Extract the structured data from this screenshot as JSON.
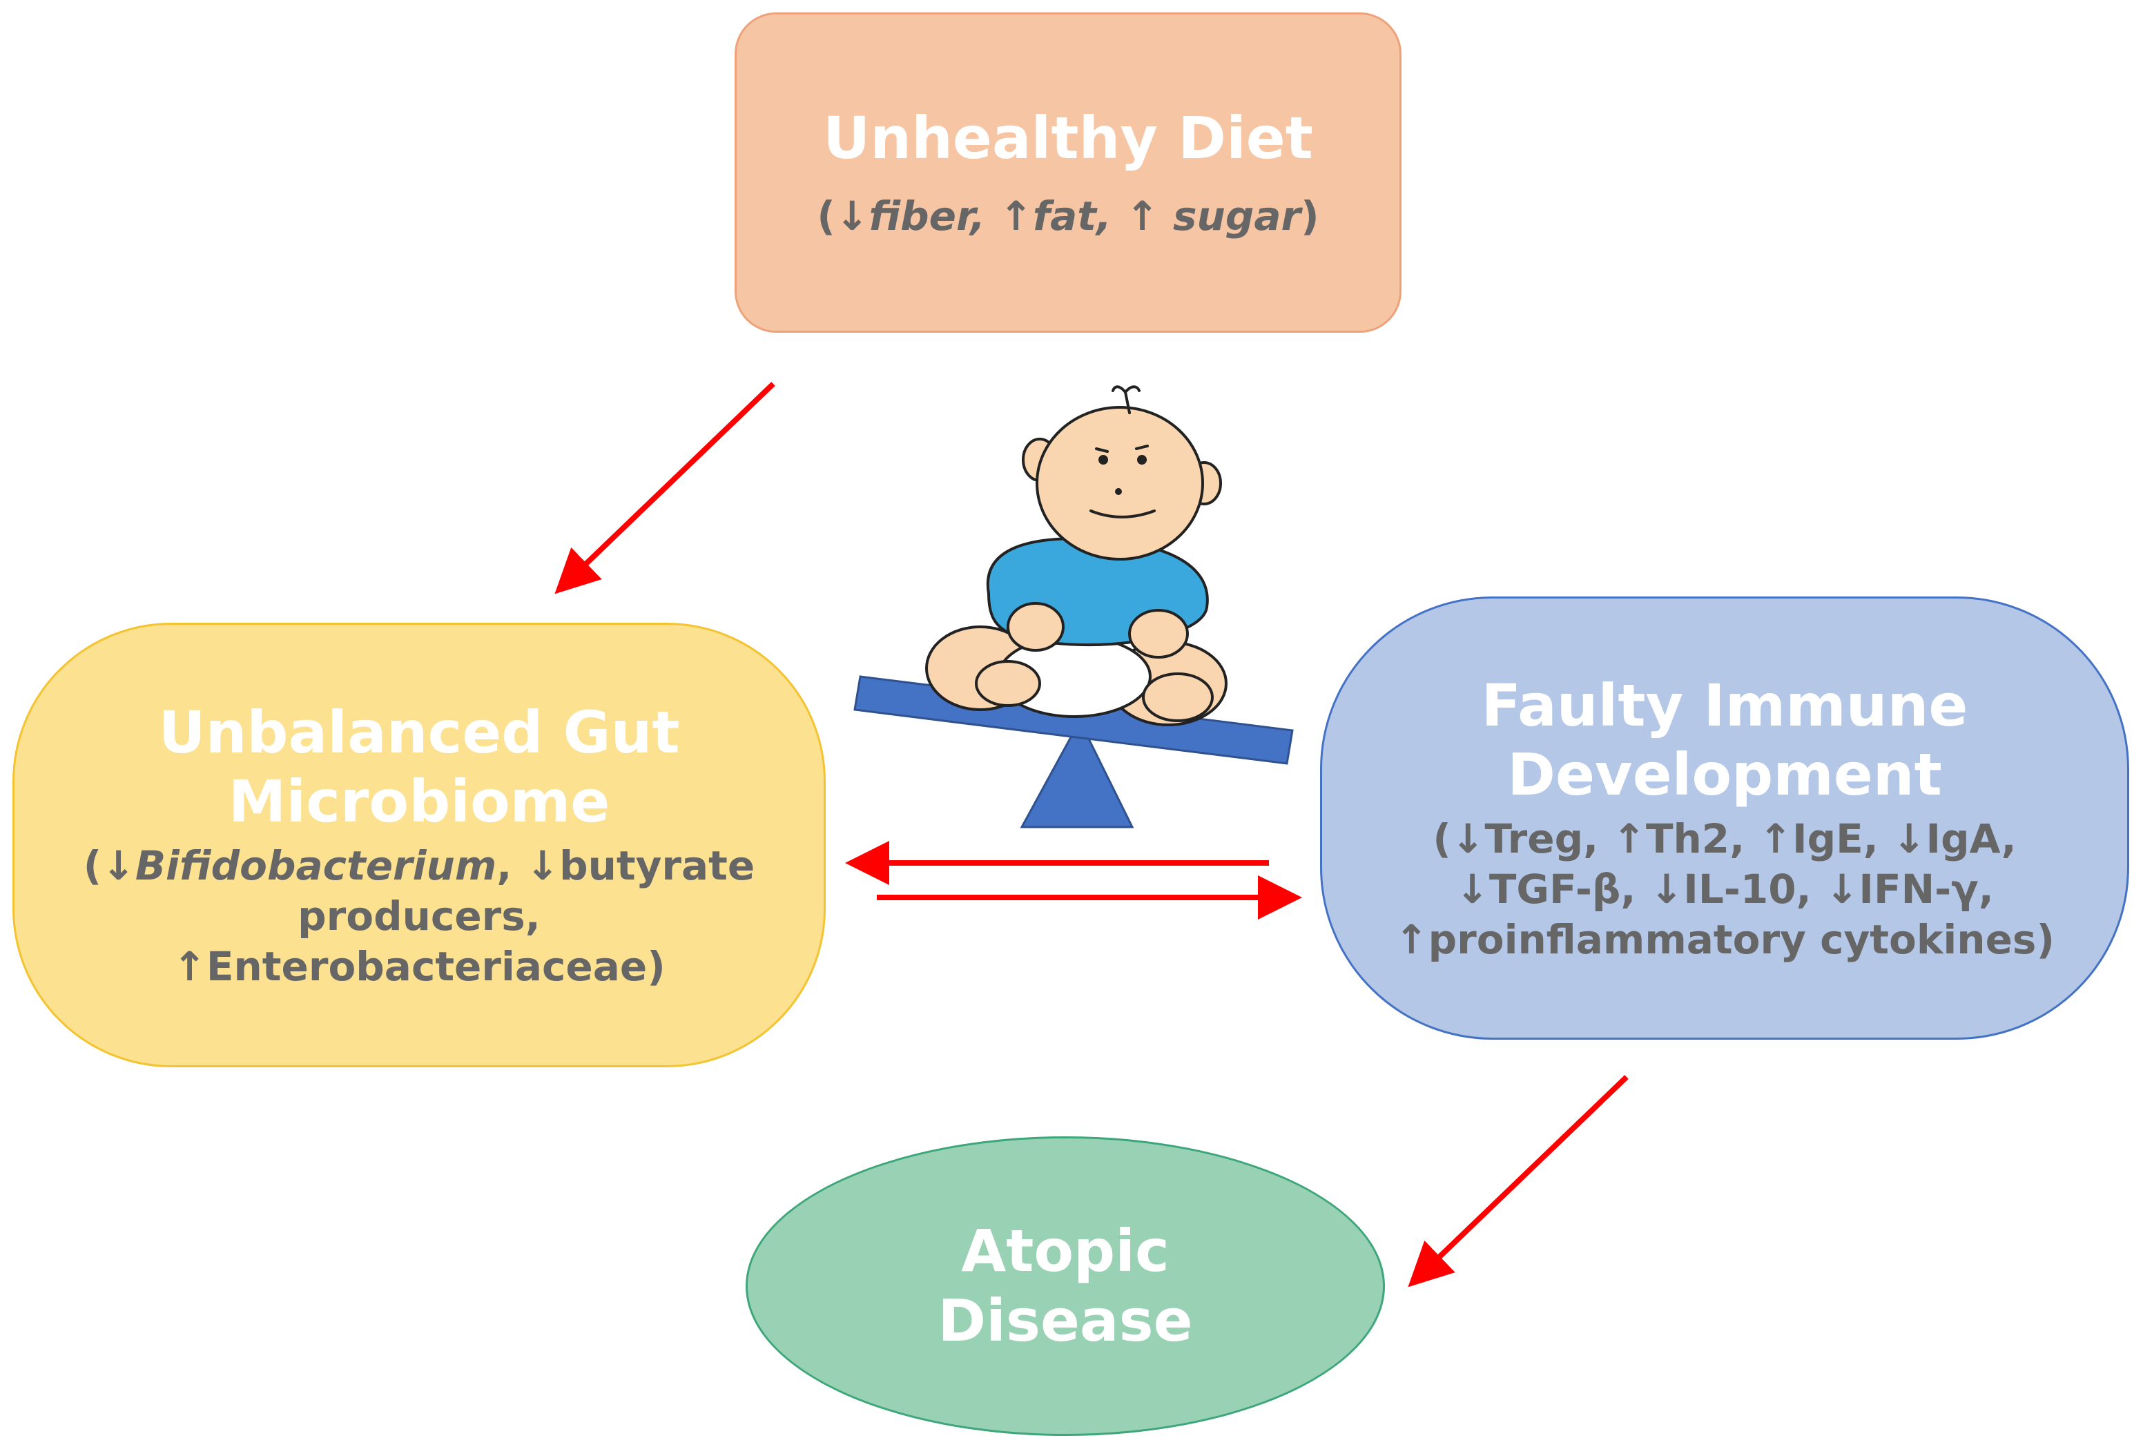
{
  "nodes": {
    "diet": {
      "title": "Unhealthy Diet",
      "detail_parts": [
        {
          "t": "(↓",
          "i": false
        },
        {
          "t": "fiber,",
          "i": true
        },
        {
          "t": " ↑",
          "i": false
        },
        {
          "t": "fat,",
          "i": true
        },
        {
          "t": " ↑ ",
          "i": false
        },
        {
          "t": "sugar",
          "i": true
        },
        {
          "t": ")",
          "i": false
        }
      ]
    },
    "gut": {
      "title_line1": "Unbalanced Gut",
      "title_line2": "Microbiome",
      "detail_line1_prefix": "(↓",
      "detail_line1_italic": "Bifidobacterium",
      "detail_line1_suffix": ", ↓butyrate",
      "detail_line2": "producers,",
      "detail_line3": "↑Enterobacteriaceae)"
    },
    "immune": {
      "title_line1": "Faulty Immune",
      "title_line2": "Development",
      "detail_line1": "(↓Treg, ↑Th2, ↑IgE, ↓IgA,",
      "detail_line2": "↓TGF-β, ↓IL-10, ↓IFN-γ,",
      "detail_line3": "↑proinflammatory cytokines)"
    },
    "atopic": {
      "title_line1": "Atopic",
      "title_line2": "Disease"
    }
  },
  "colors": {
    "arrow": "#ff0000",
    "seesaw": "#4472c4",
    "shirt": "#3aa8dc",
    "skin": "#f9d5b0"
  },
  "icons": {
    "baby": "baby-on-seesaw-illustration"
  }
}
